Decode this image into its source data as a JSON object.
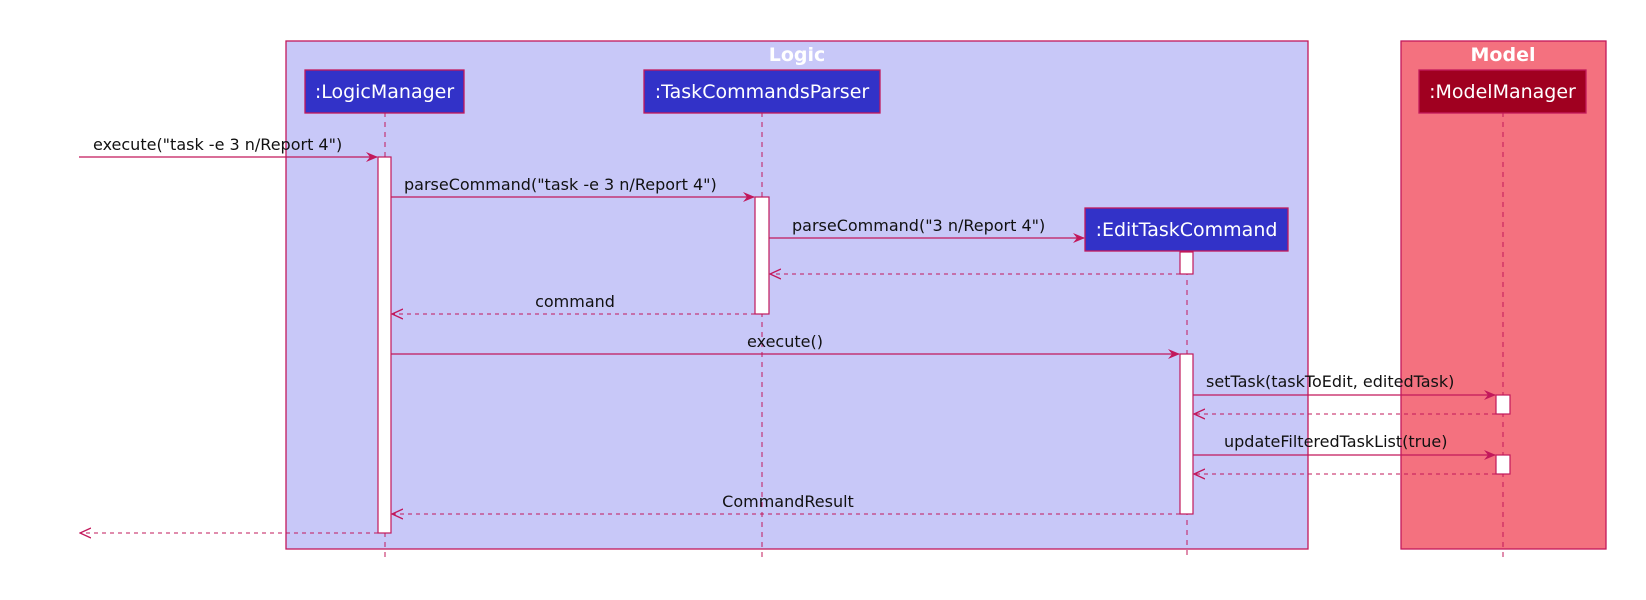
{
  "colors": {
    "logic_frame": "#c8c8f8",
    "model_frame": "#f4717f",
    "border": "#c2185b",
    "logic_participant": "#3232c8",
    "model_participant": "#a00020",
    "arrow": "#c2185b"
  },
  "frames": {
    "logic_title": "Logic",
    "model_title": "Model"
  },
  "participants": {
    "logic_manager": ":LogicManager",
    "task_commands_parser": ":TaskCommandsParser",
    "edit_task_command": ":EditTaskCommand",
    "model_manager": ":ModelManager"
  },
  "messages": {
    "execute_input": "execute(\"task -e 3 n/Report 4\")",
    "parse_command_full": "parseCommand(\"task -e 3 n/Report 4\")",
    "parse_command_args": "parseCommand(\"3 n/Report 4\")",
    "command_return": "command",
    "execute_call": "execute()",
    "set_task": "setTask(taskToEdit, editedTask)",
    "update_filtered": "updateFilteredTaskList(true)",
    "command_result": "CommandResult"
  }
}
